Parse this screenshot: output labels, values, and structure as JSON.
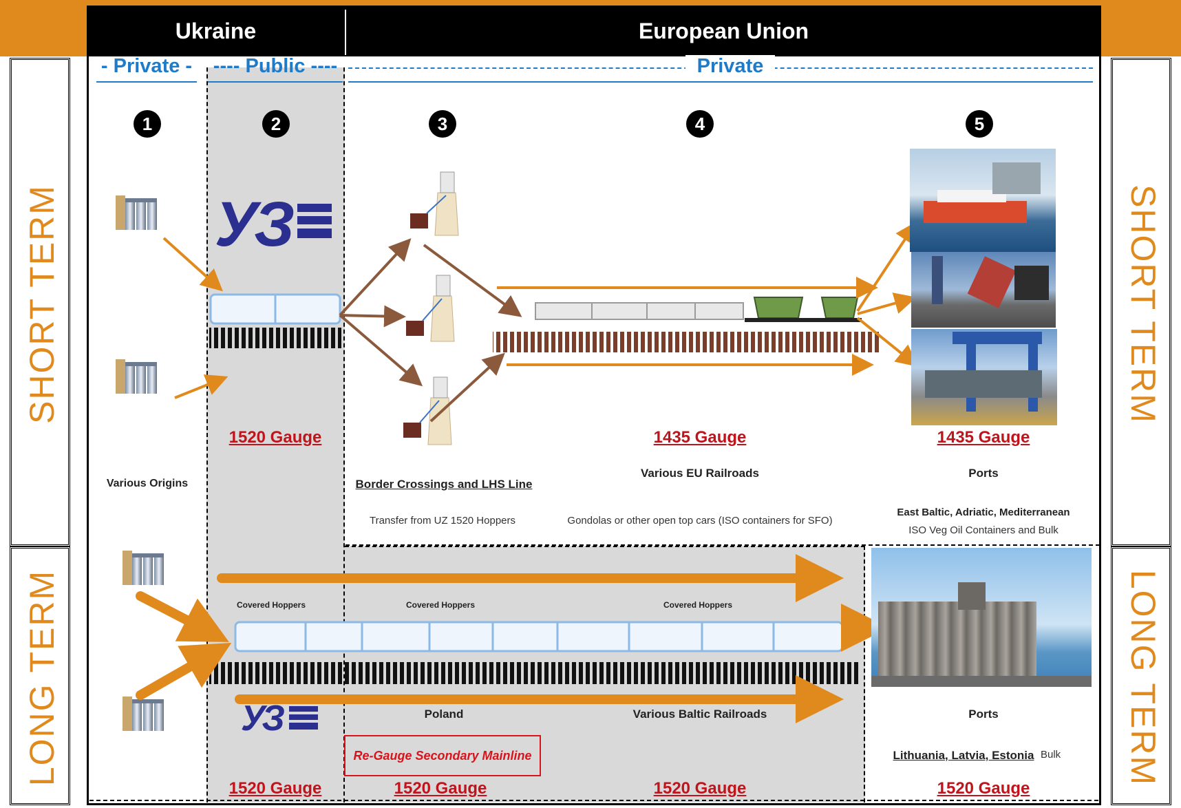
{
  "header": {
    "ukraine": "Ukraine",
    "eu": "European Union"
  },
  "sections": {
    "private_left": "- Private -",
    "public": "---- Public ----",
    "private_right": "Private"
  },
  "side_labels": {
    "short_term": "SHORT TERM",
    "long_term": "LONG TERM"
  },
  "steps": [
    "1",
    "2",
    "3",
    "4",
    "5"
  ],
  "logo": {
    "text": "УЗ"
  },
  "short_term": {
    "col1_label": "Various Origins",
    "col2_gauge": "1520 Gauge",
    "col3_label": "Border Crossings and LHS Line",
    "col3_sub": "Transfer from UZ 1520 Hoppers",
    "col4_gauge": "1435 Gauge",
    "col4_label": "Various EU Railroads",
    "col4_sub": "Gondolas or other open top cars (ISO containers for SFO)",
    "col5_gauge": "1435 Gauge",
    "col5_label": "Ports",
    "col5_sub1": "East Baltic, Adriatic, Mediterranean",
    "col5_sub2": "ISO Veg Oil Containers and Bulk"
  },
  "long_term": {
    "hopper_labels": [
      "Covered Hoppers",
      "Covered Hoppers",
      "Covered Hoppers"
    ],
    "poland": "Poland",
    "baltic": "Various Baltic Railroads",
    "regauge": "Re-Gauge Secondary Mainline",
    "ports": "Ports",
    "countries": "Lithuania, Latvia, Estonia",
    "bulk": "Bulk",
    "gauges": [
      "1520 Gauge",
      "1520 Gauge",
      "1520 Gauge",
      "1520 Gauge"
    ]
  },
  "colors": {
    "orange": "#e08a1e",
    "brown": "#8b5a3c",
    "blue_label": "#1f7ac8",
    "red_gauge": "#c0141c",
    "uz_blue": "#2b2f8f",
    "gray_band": "#d9d9d9"
  }
}
